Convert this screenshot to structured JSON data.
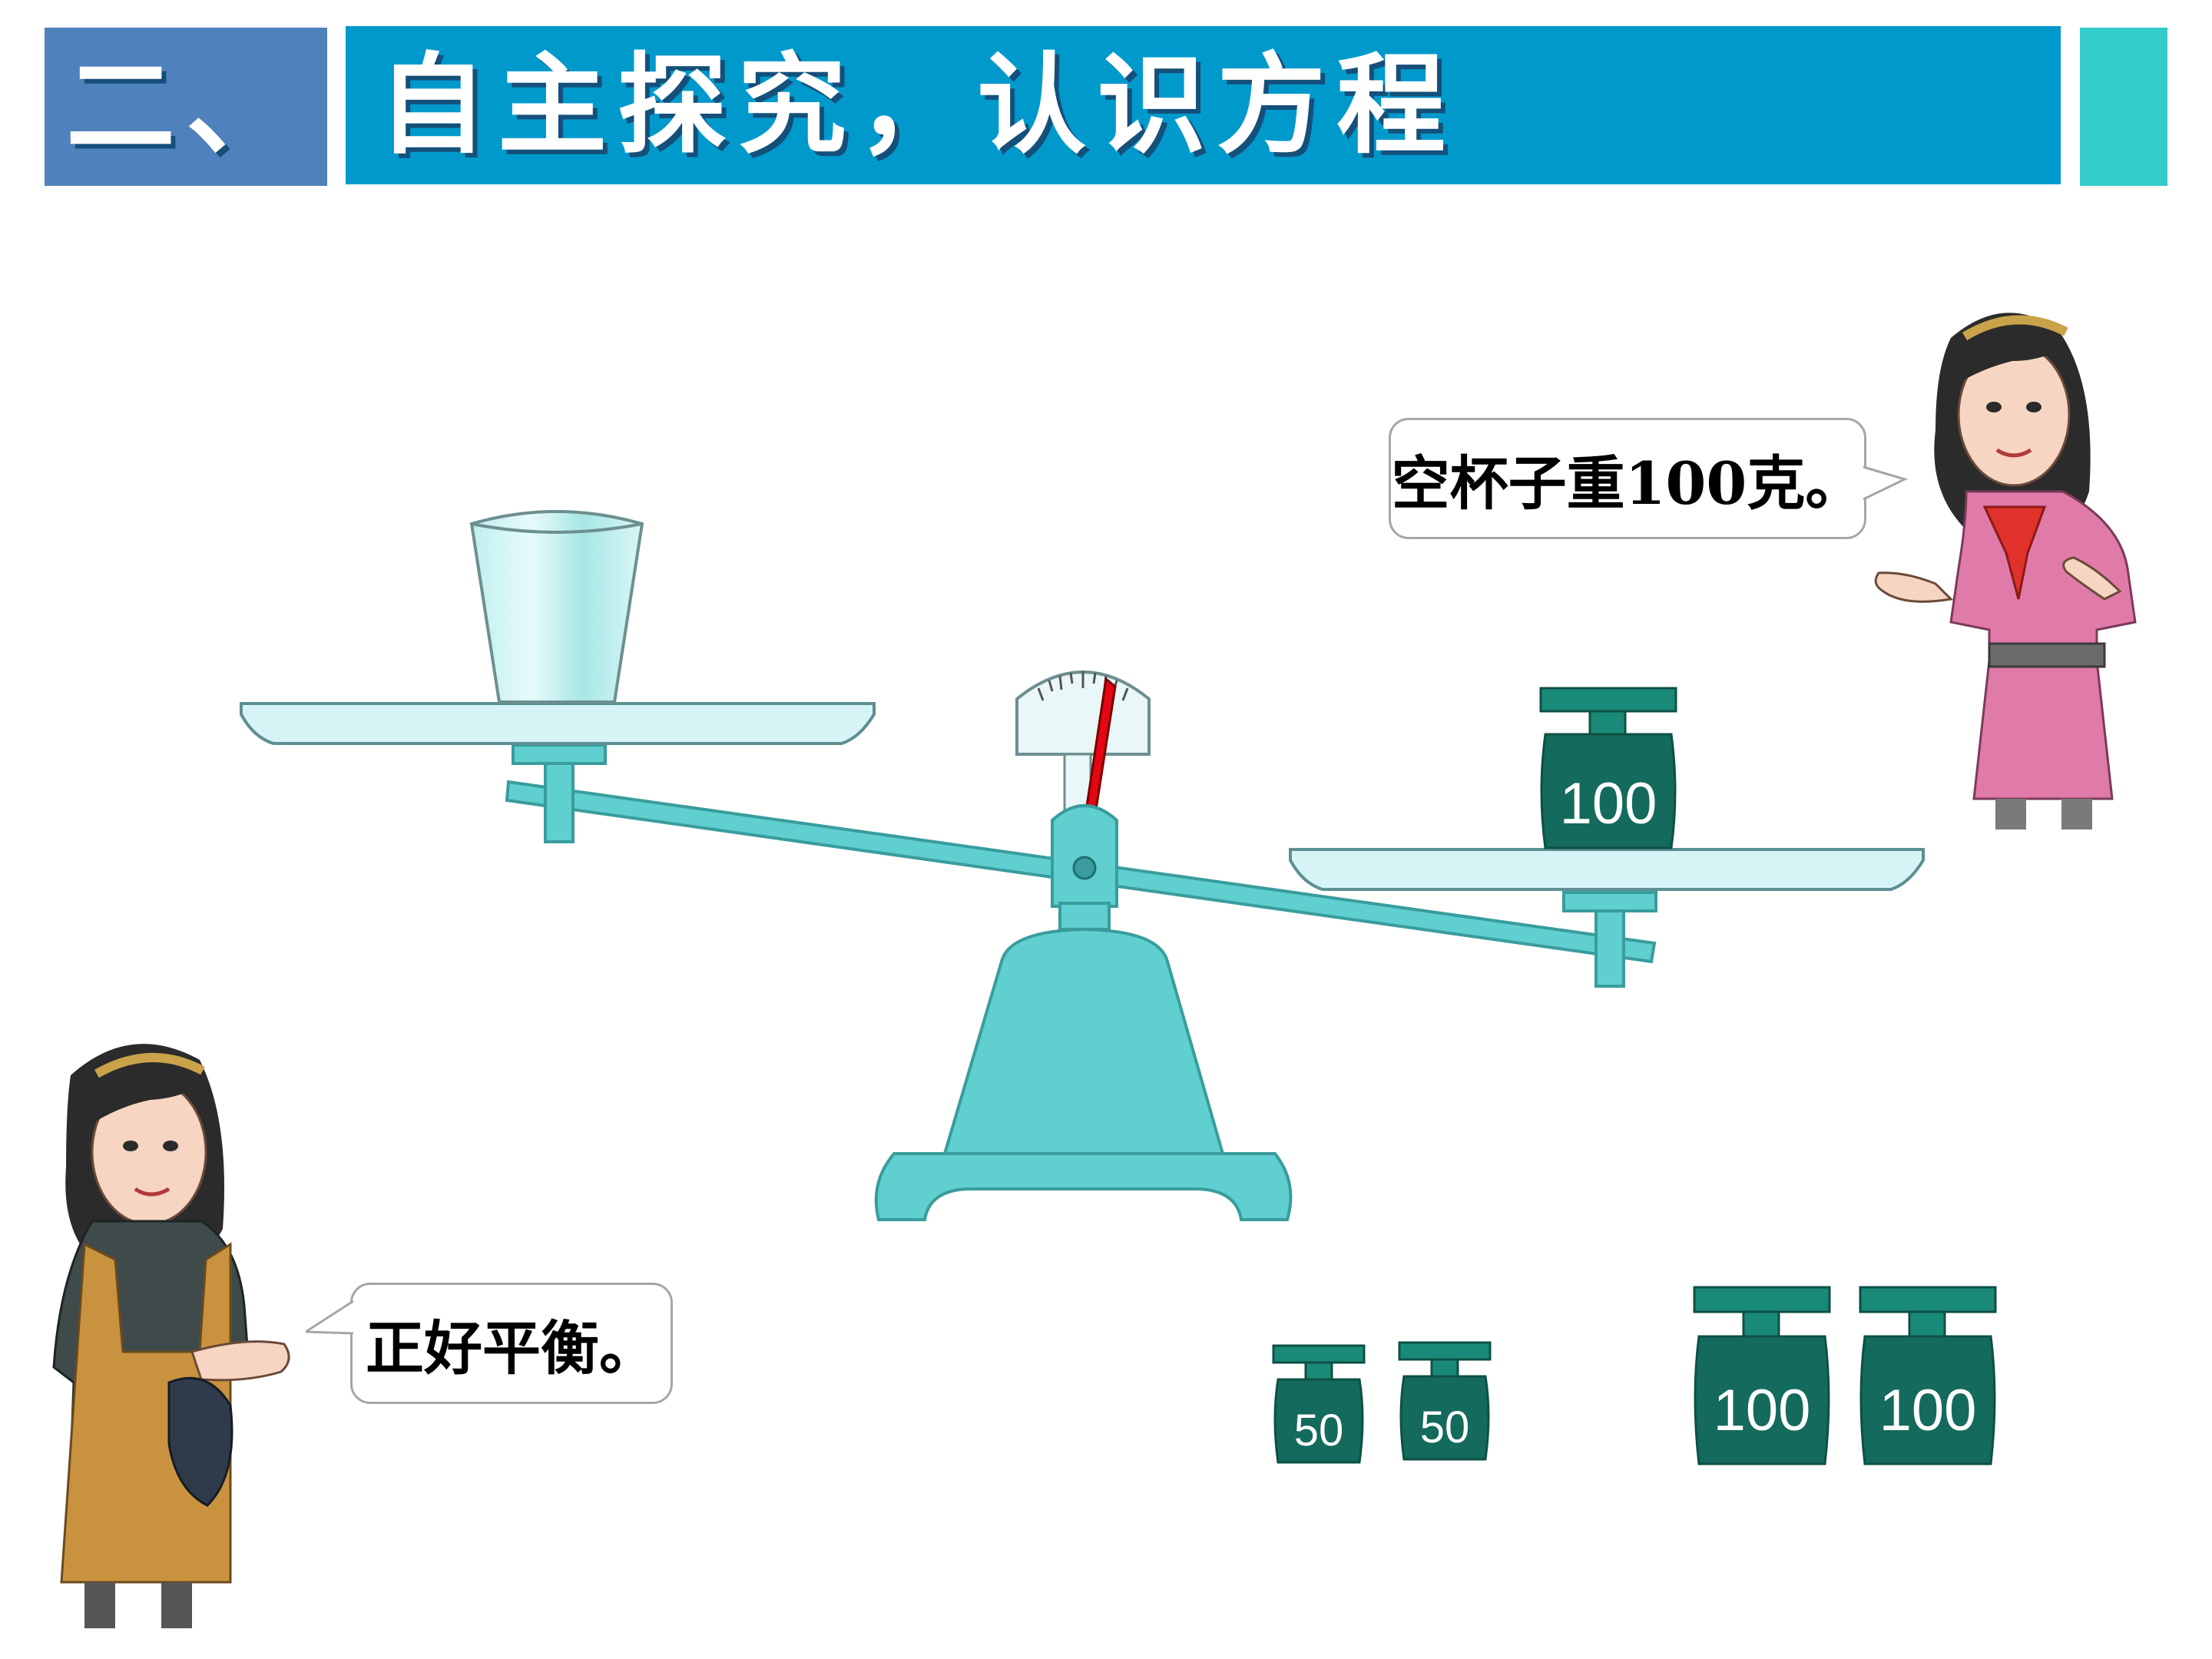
{
  "header": {
    "number": "二、",
    "title": "自主探究，认识方程"
  },
  "speech": {
    "girl_right": "空杯子重100克。",
    "girl_left": "正好平衡。"
  },
  "scale_weight": "100",
  "weights": [
    {
      "label": "50"
    },
    {
      "label": "50"
    },
    {
      "label": "100"
    },
    {
      "label": "100"
    }
  ],
  "colors": {
    "header_number_bg": "#4f81bd",
    "header_title_bg": "#0099cc",
    "header_accent": "#33cccc",
    "scale_teal": "#5fcfcf",
    "weight_green": "#146a5c",
    "needle": "#e30613",
    "pan_fill": "#d6f4f6"
  }
}
